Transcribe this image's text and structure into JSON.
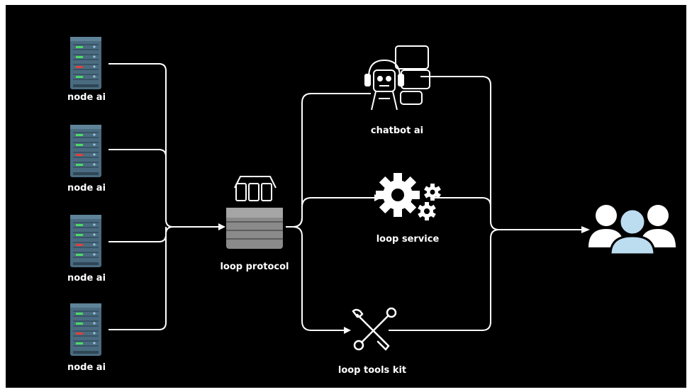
{
  "nodes": {
    "servers": [
      {
        "label": "node ai"
      },
      {
        "label": "node ai"
      },
      {
        "label": "node ai"
      },
      {
        "label": "node ai"
      }
    ],
    "protocol": {
      "label": "loop protocol"
    },
    "chatbot": {
      "label": "chatbot ai"
    },
    "service": {
      "label": "loop service"
    },
    "tools": {
      "label": "loop tools kit"
    }
  },
  "colors": {
    "background": "#000000",
    "line": "#ffffff",
    "server_body": "#4a6b80",
    "server_light_green": "#4cd964",
    "server_light_red": "#e0403a",
    "users": "#ffffff",
    "user_center": "#bcdcf0"
  },
  "icons": {
    "server": "server-rack-icon",
    "protocol": "stacked-blocks-icon",
    "chatbot": "robot-headset-icon",
    "service": "gears-icon",
    "tools": "wrench-screwdriver-icon",
    "users": "users-group-icon"
  }
}
